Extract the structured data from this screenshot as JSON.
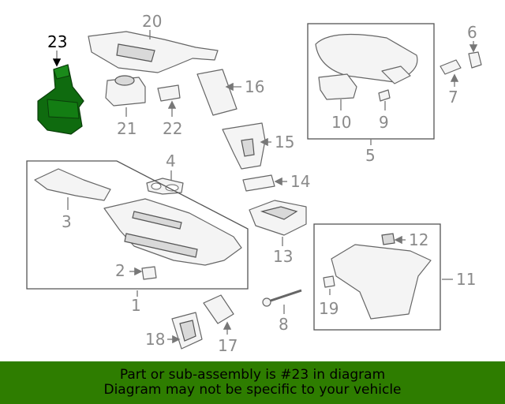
{
  "highlight": {
    "callout": "23",
    "color": "#006400"
  },
  "callouts": {
    "c1": "1",
    "c2": "2",
    "c3": "3",
    "c4": "4",
    "c5": "5",
    "c6": "6",
    "c7": "7",
    "c8": "8",
    "c9": "9",
    "c10": "10",
    "c11": "11",
    "c12": "12",
    "c13": "13",
    "c14": "14",
    "c15": "15",
    "c16": "16",
    "c17": "17",
    "c18": "18",
    "c19": "19",
    "c20": "20",
    "c21": "21",
    "c22": "22",
    "c23": "23"
  },
  "banner": {
    "line1": "Part or sub-assembly is #23 in diagram",
    "line2": "Diagram may not be specific to your vehicle",
    "background": "#2e7d00",
    "text_color": "#000000"
  }
}
